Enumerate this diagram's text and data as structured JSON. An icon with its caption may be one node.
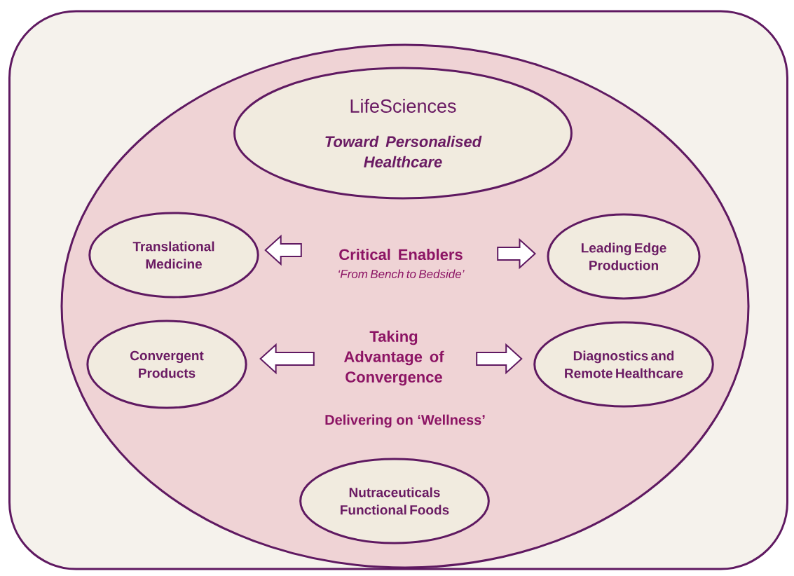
{
  "diagram": {
    "nodes": [
      {
        "text": [],
        "shape": "box"
      },
      {
        "text": [],
        "shape": "ellipse",
        "in": 0
      },
      {
        "text": [
          "LifeSciences",
          "Toward Personalised Healthcare"
        ],
        "in": 1
      },
      {
        "text": [
          "Translational Medicine"
        ],
        "in": 1
      },
      {
        "text": [
          "Critical Enablers",
          "‘From Bench to Bedside’"
        ],
        "in": 1
      },
      {
        "text": [
          "Leading Edge Production"
        ],
        "in": 1
      },
      {
        "text": [
          "Convergent Products"
        ],
        "in": 1
      },
      {
        "text": [
          "Taking Advantage of Convergence"
        ],
        "in": 1
      },
      {
        "text": [
          "Diagnostics and Remote Healthcare"
        ],
        "in": 1
      },
      {
        "text": [
          "Nutraceuticals Functional Foods"
        ],
        "in": 1
      }
    ],
    "edges": [
      {
        "from": 4,
        "to": 3,
        "arrow": "to"
      },
      {
        "from": 4,
        "to": 5,
        "arrow": "to"
      },
      {
        "from": 7,
        "to": 6,
        "arrow": "to"
      },
      {
        "from": 7,
        "to": 8,
        "arrow": "to"
      }
    ],
    "labels": [
      "Delivering on ‘Wellness’"
    ]
  }
}
